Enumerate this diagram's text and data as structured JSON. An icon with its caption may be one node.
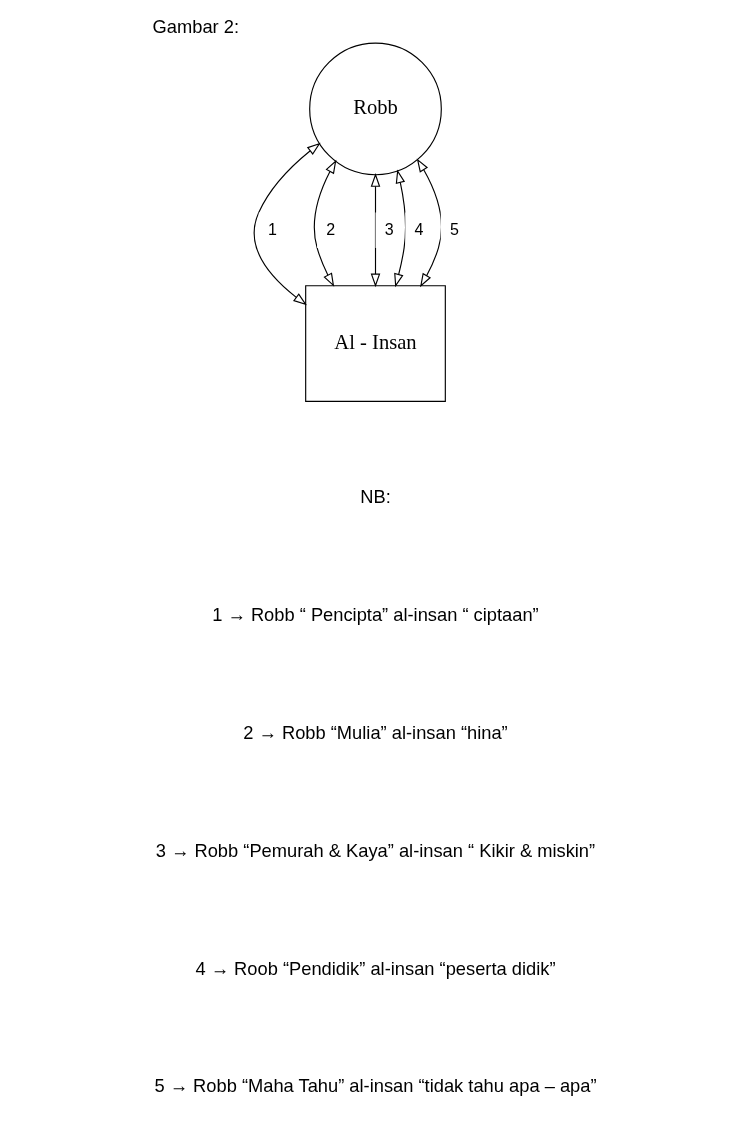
{
  "diagram": {
    "title": "Gambar 2:",
    "nodes": [
      {
        "text": [
          "Robb"
        ]
      },
      {
        "text": [
          "Al - Insan"
        ]
      }
    ],
    "edges": [
      {
        "from": 0,
        "to": 1,
        "arrow": "both",
        "label": "1"
      },
      {
        "from": 0,
        "to": 1,
        "arrow": "both",
        "label": "2"
      },
      {
        "from": 0,
        "to": 1,
        "arrow": "both",
        "label": "3"
      },
      {
        "from": 0,
        "to": 1,
        "arrow": "both",
        "label": "4"
      },
      {
        "from": 0,
        "to": 1,
        "arrow": "both",
        "label": "5"
      }
    ],
    "labels": [
      "NB:",
      "1 → Robb “ Pencipta” al-insan “ ciptaan”",
      "2 → Robb “Mulia” al-insan “hina”",
      "3 → Robb “Pemurah & Kaya” al-insan “ Kikir & miskin”",
      "4 → Roob “Pendidik” al-insan “peserta didik”",
      "5 → Robb “Maha Tahu” al-insan “tidak tahu apa – apa”"
    ]
  }
}
